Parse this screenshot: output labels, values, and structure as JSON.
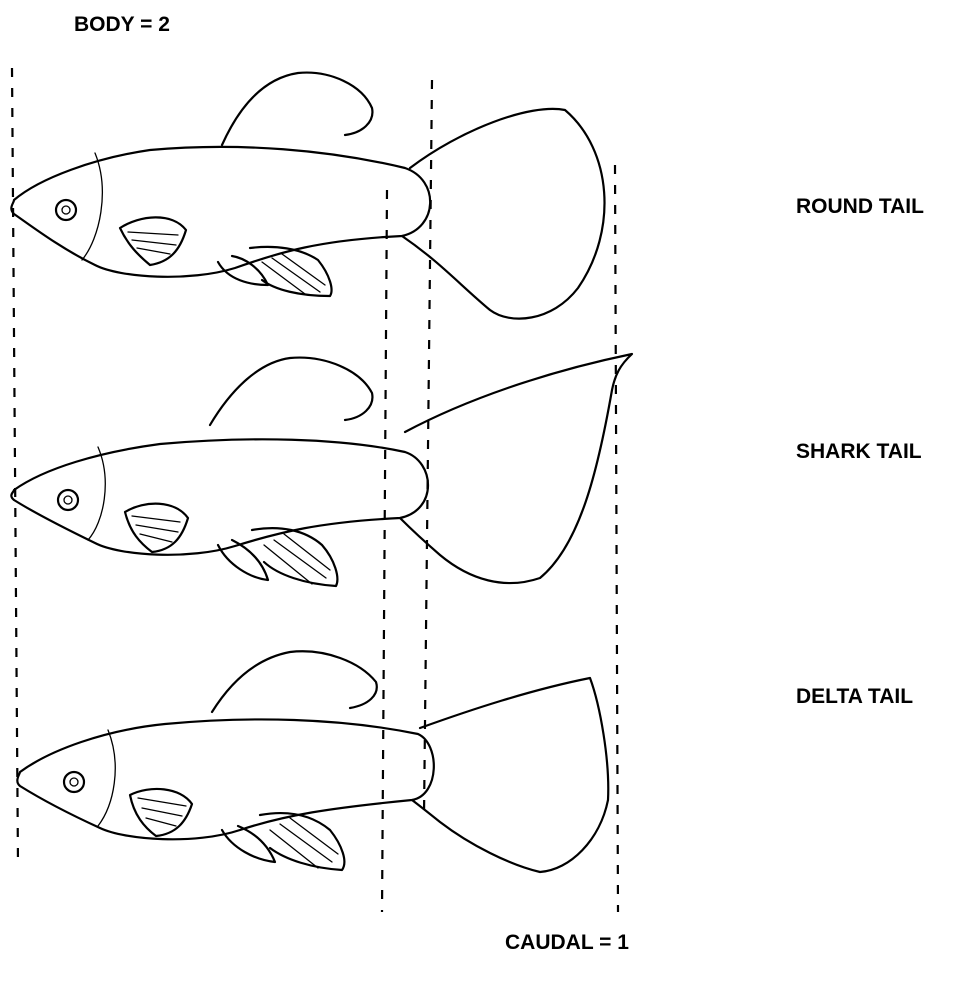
{
  "labels": {
    "body": "BODY = 2",
    "caudal": "CAUDAL = 1"
  },
  "tails": [
    {
      "label": "ROUND TAIL"
    },
    {
      "label": "SHARK TAIL"
    },
    {
      "label": "DELTA TAIL"
    }
  ],
  "colors": {
    "ink": "#000000",
    "background": "#ffffff"
  }
}
